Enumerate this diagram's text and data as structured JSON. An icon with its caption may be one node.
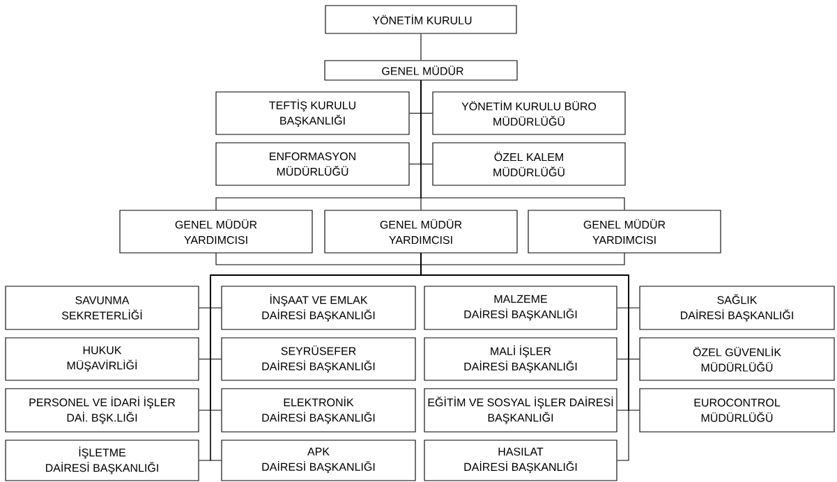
{
  "diagram": {
    "nodes": [
      {
        "text": [
          "YÖNETİM KURULU"
        ]
      },
      {
        "text": [
          "GENEL MÜDÜR"
        ]
      },
      {
        "text": [
          "TEFTİŞ KURULU BAŞKANLIĞI"
        ]
      },
      {
        "text": [
          "YÖNETİM KURULU BÜRO MÜDÜRLÜĞÜ"
        ]
      },
      {
        "text": [
          "ENFORMASYON MÜDÜRLÜĞÜ"
        ]
      },
      {
        "text": [
          "ÖZEL KALEM MÜDÜRLÜĞÜ"
        ]
      },
      {
        "text": [
          "GENEL MÜDÜR YARDIMCISI"
        ]
      },
      {
        "text": [
          "GENEL MÜDÜR YARDIMCISI"
        ]
      },
      {
        "text": [
          "GENEL MÜDÜR YARDIMCISI"
        ]
      },
      {
        "text": [
          "SAVUNMA SEKRETERLİĞİ"
        ]
      },
      {
        "text": [
          "İNŞAAT VE EMLAK DAİRESİ BAŞKANLIĞI"
        ]
      },
      {
        "text": [
          "MALZEME DAİRESİ BAŞKANLIĞI"
        ]
      },
      {
        "text": [
          "SAĞLIK DAİRESİ BAŞKANLIĞI"
        ]
      },
      {
        "text": [
          "HUKUK MÜŞAVİRLİĞİ"
        ]
      },
      {
        "text": [
          "SEYRÜSEFER DAİRESİ BAŞKANLIĞI"
        ]
      },
      {
        "text": [
          "MALİ İŞLER DAİRESİ BAŞKANLIĞI"
        ]
      },
      {
        "text": [
          "ÖZEL GÜVENLİK MÜDÜRLÜĞÜ"
        ]
      },
      {
        "text": [
          "PERSONEL VE İDARİ İŞLER DAİ. BŞK.LIĞI"
        ]
      },
      {
        "text": [
          "ELEKTRONİK DAİRESİ BAŞKANLIĞI"
        ]
      },
      {
        "text": [
          "EĞİTİM VE SOSYAL İŞLER DAİRESİ BAŞKANLIĞI"
        ]
      },
      {
        "text": [
          "EUROCONTROL MÜDÜRLÜĞÜ"
        ]
      },
      {
        "text": [
          "İŞLETME DAİRESİ BAŞKANLIĞI"
        ]
      },
      {
        "text": [
          "APK DAİRESİ BAŞKANLIĞI"
        ]
      },
      {
        "text": [
          "HASILAT DAİRESİ BAŞKANLIĞI"
        ]
      }
    ],
    "edges": [
      {
        "from": 0,
        "to": 1,
        "arrow": "none"
      },
      {
        "from": 1,
        "to": 2,
        "arrow": "none"
      },
      {
        "from": 1,
        "to": 3,
        "arrow": "none"
      },
      {
        "from": 1,
        "to": 4,
        "arrow": "none"
      },
      {
        "from": 1,
        "to": 5,
        "arrow": "none"
      },
      {
        "from": 1,
        "to": 6,
        "arrow": "none"
      },
      {
        "from": 1,
        "to": 7,
        "arrow": "none"
      },
      {
        "from": 1,
        "to": 8,
        "arrow": "none"
      },
      {
        "from": 7,
        "to": 9,
        "arrow": "none"
      },
      {
        "from": 7,
        "to": 10,
        "arrow": "none"
      },
      {
        "from": 7,
        "to": 11,
        "arrow": "none"
      },
      {
        "from": 7,
        "to": 12,
        "arrow": "none"
      },
      {
        "from": 7,
        "to": 13,
        "arrow": "none"
      },
      {
        "from": 7,
        "to": 14,
        "arrow": "none"
      },
      {
        "from": 7,
        "to": 15,
        "arrow": "none"
      },
      {
        "from": 7,
        "to": 16,
        "arrow": "none"
      },
      {
        "from": 7,
        "to": 17,
        "arrow": "none"
      },
      {
        "from": 7,
        "to": 18,
        "arrow": "none"
      },
      {
        "from": 7,
        "to": 19,
        "arrow": "none"
      },
      {
        "from": 7,
        "to": 20,
        "arrow": "none"
      },
      {
        "from": 7,
        "to": 21,
        "arrow": "none"
      },
      {
        "from": 7,
        "to": 22,
        "arrow": "none"
      },
      {
        "from": 7,
        "to": 23,
        "arrow": "none"
      }
    ]
  }
}
